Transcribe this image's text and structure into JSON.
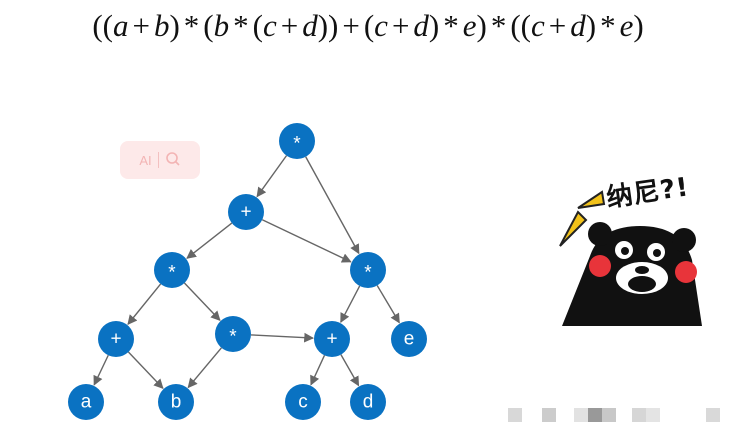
{
  "formula": [
    "((",
    "a",
    "+",
    "b",
    ")",
    "*",
    "(",
    "b",
    "*",
    "(",
    "c",
    "+",
    "d",
    "))",
    "+",
    "(",
    "c",
    "+",
    "d",
    ")",
    "*",
    "e",
    ")",
    "*",
    "((",
    "c",
    "+",
    "d",
    ")",
    "*",
    "e",
    ")"
  ],
  "formula_vars": [
    "a",
    "b",
    "c",
    "d",
    "e"
  ],
  "nodes": [
    {
      "id": "root",
      "label": "*"
    },
    {
      "id": "plus1",
      "label": "+"
    },
    {
      "id": "mul1",
      "label": "*"
    },
    {
      "id": "mul2",
      "label": "*"
    },
    {
      "id": "plus2",
      "label": "+"
    },
    {
      "id": "mul3",
      "label": "*"
    },
    {
      "id": "plus3",
      "label": "+"
    },
    {
      "id": "e",
      "label": "e"
    },
    {
      "id": "a",
      "label": "a"
    },
    {
      "id": "b",
      "label": "b"
    },
    {
      "id": "c",
      "label": "c"
    },
    {
      "id": "d",
      "label": "d"
    }
  ],
  "edges": [
    [
      "root",
      "plus1"
    ],
    [
      "root",
      "mul2"
    ],
    [
      "plus1",
      "mul1"
    ],
    [
      "plus1",
      "mul2"
    ],
    [
      "mul1",
      "plus2"
    ],
    [
      "mul1",
      "mul3"
    ],
    [
      "mul2",
      "plus3"
    ],
    [
      "mul2",
      "e"
    ],
    [
      "plus2",
      "a"
    ],
    [
      "plus2",
      "b"
    ],
    [
      "mul3",
      "b"
    ],
    [
      "mul3",
      "plus3"
    ],
    [
      "plus3",
      "c"
    ],
    [
      "plus3",
      "d"
    ]
  ],
  "colors": {
    "node": "#0a72c2",
    "edge": "#666666",
    "cheek": "#e8343a"
  },
  "chip": {
    "label": "AI"
  },
  "sticker": {
    "text": "纳尼?!"
  },
  "icons": [
    "search-icon",
    "bear-sticker-icon"
  ]
}
